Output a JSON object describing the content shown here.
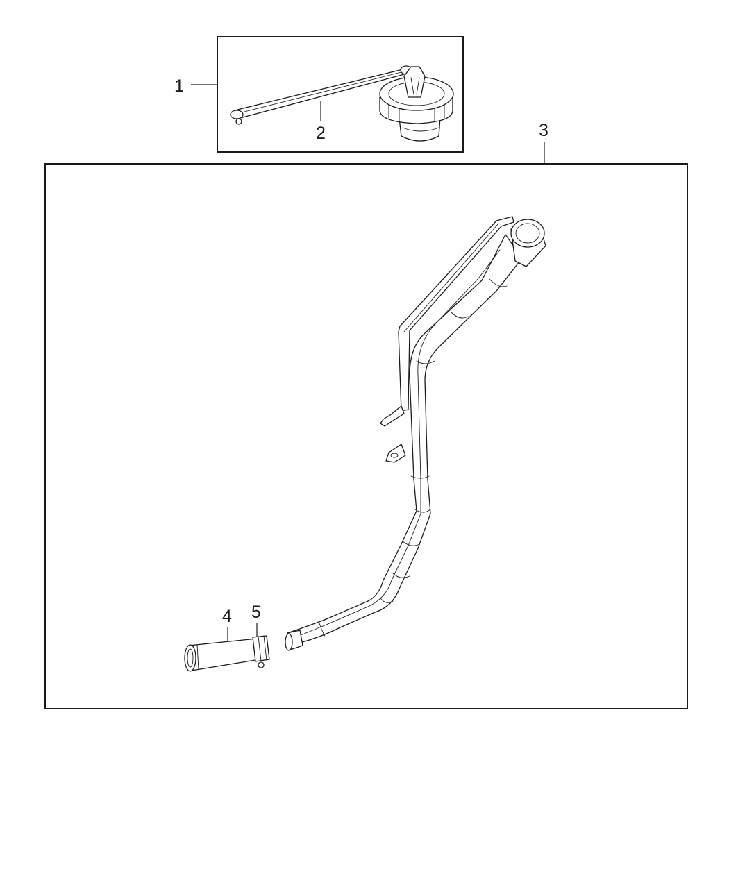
{
  "diagram": {
    "callouts": {
      "c1": "1",
      "c2": "2",
      "c3": "3",
      "c4": "4",
      "c5": "5"
    },
    "parts": {
      "c1": "fuel-cap-assembly",
      "c2": "cap-tether",
      "c3": "fuel-filler-tube",
      "c4": "filler-hose",
      "c5": "hose-clamp"
    }
  }
}
